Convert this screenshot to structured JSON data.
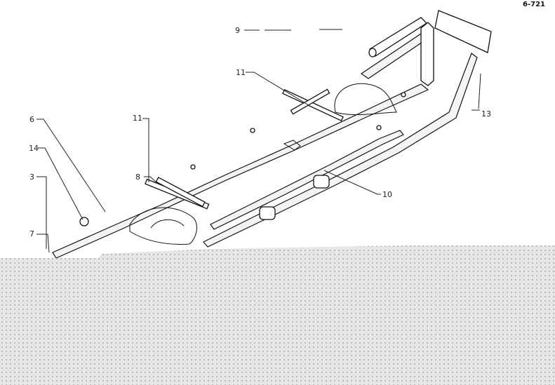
{
  "drawing": {
    "ref_code": "6-721",
    "callouts": [
      {
        "id": "c9",
        "label": "9"
      },
      {
        "id": "c11a",
        "label": "11"
      },
      {
        "id": "c13",
        "label": "13"
      },
      {
        "id": "c6",
        "label": "6"
      },
      {
        "id": "c11b",
        "label": "11"
      },
      {
        "id": "c14",
        "label": "14"
      },
      {
        "id": "c3",
        "label": "3"
      },
      {
        "id": "c8",
        "label": "8"
      },
      {
        "id": "c10",
        "label": "10"
      },
      {
        "id": "c7",
        "label": "7"
      }
    ]
  },
  "overlay": {
    "pattern_color": "#9a9a9a",
    "background_color": "#d2d2d2"
  }
}
